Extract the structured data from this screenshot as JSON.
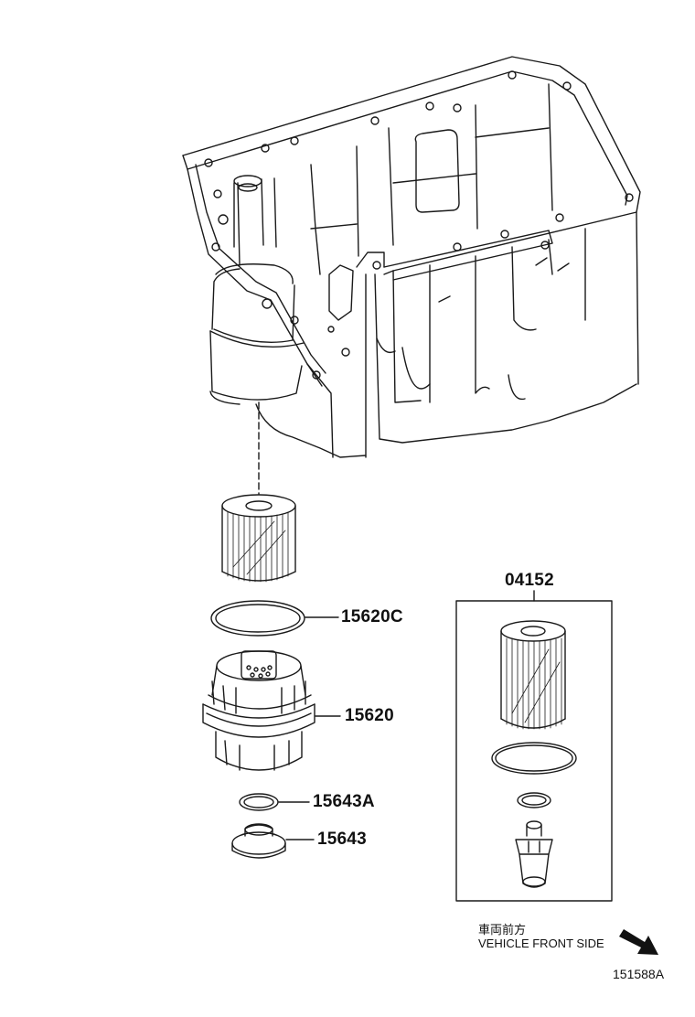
{
  "parts": {
    "oil_filter_cap_oring": "15620C",
    "oil_filter_cap": "15620",
    "drain_plug_gasket": "15643A",
    "drain_plug": "15643",
    "filter_element_kit": "04152"
  },
  "direction": {
    "japanese": "車両前方",
    "english": "VEHICLE FRONT SIDE"
  },
  "figure_id": "151588A"
}
